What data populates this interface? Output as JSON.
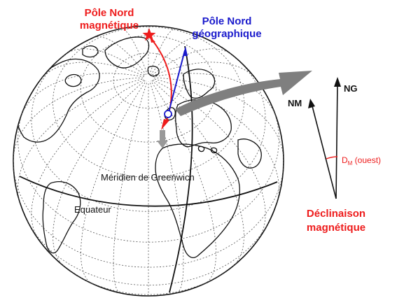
{
  "labels": {
    "magnetic_pole_line1": "Pôle Nord",
    "magnetic_pole_line2": "magnétique",
    "geographic_pole_line1": "Pôle Nord",
    "geographic_pole_line2": "géographique",
    "greenwich": "Méridien de Greenwich",
    "equator": "Equateur",
    "nm": "NM",
    "ng": "NG",
    "dm_main": "D",
    "dm_sub": "M",
    "dm_rest": " (ouest)",
    "declinaison_line1": "Déclinaison",
    "declinaison_line2": "magnétique"
  },
  "colors": {
    "magnetic": "#ee1c1c",
    "geographic": "#1a1acc",
    "pointer": "#888888",
    "outline": "#111111"
  }
}
